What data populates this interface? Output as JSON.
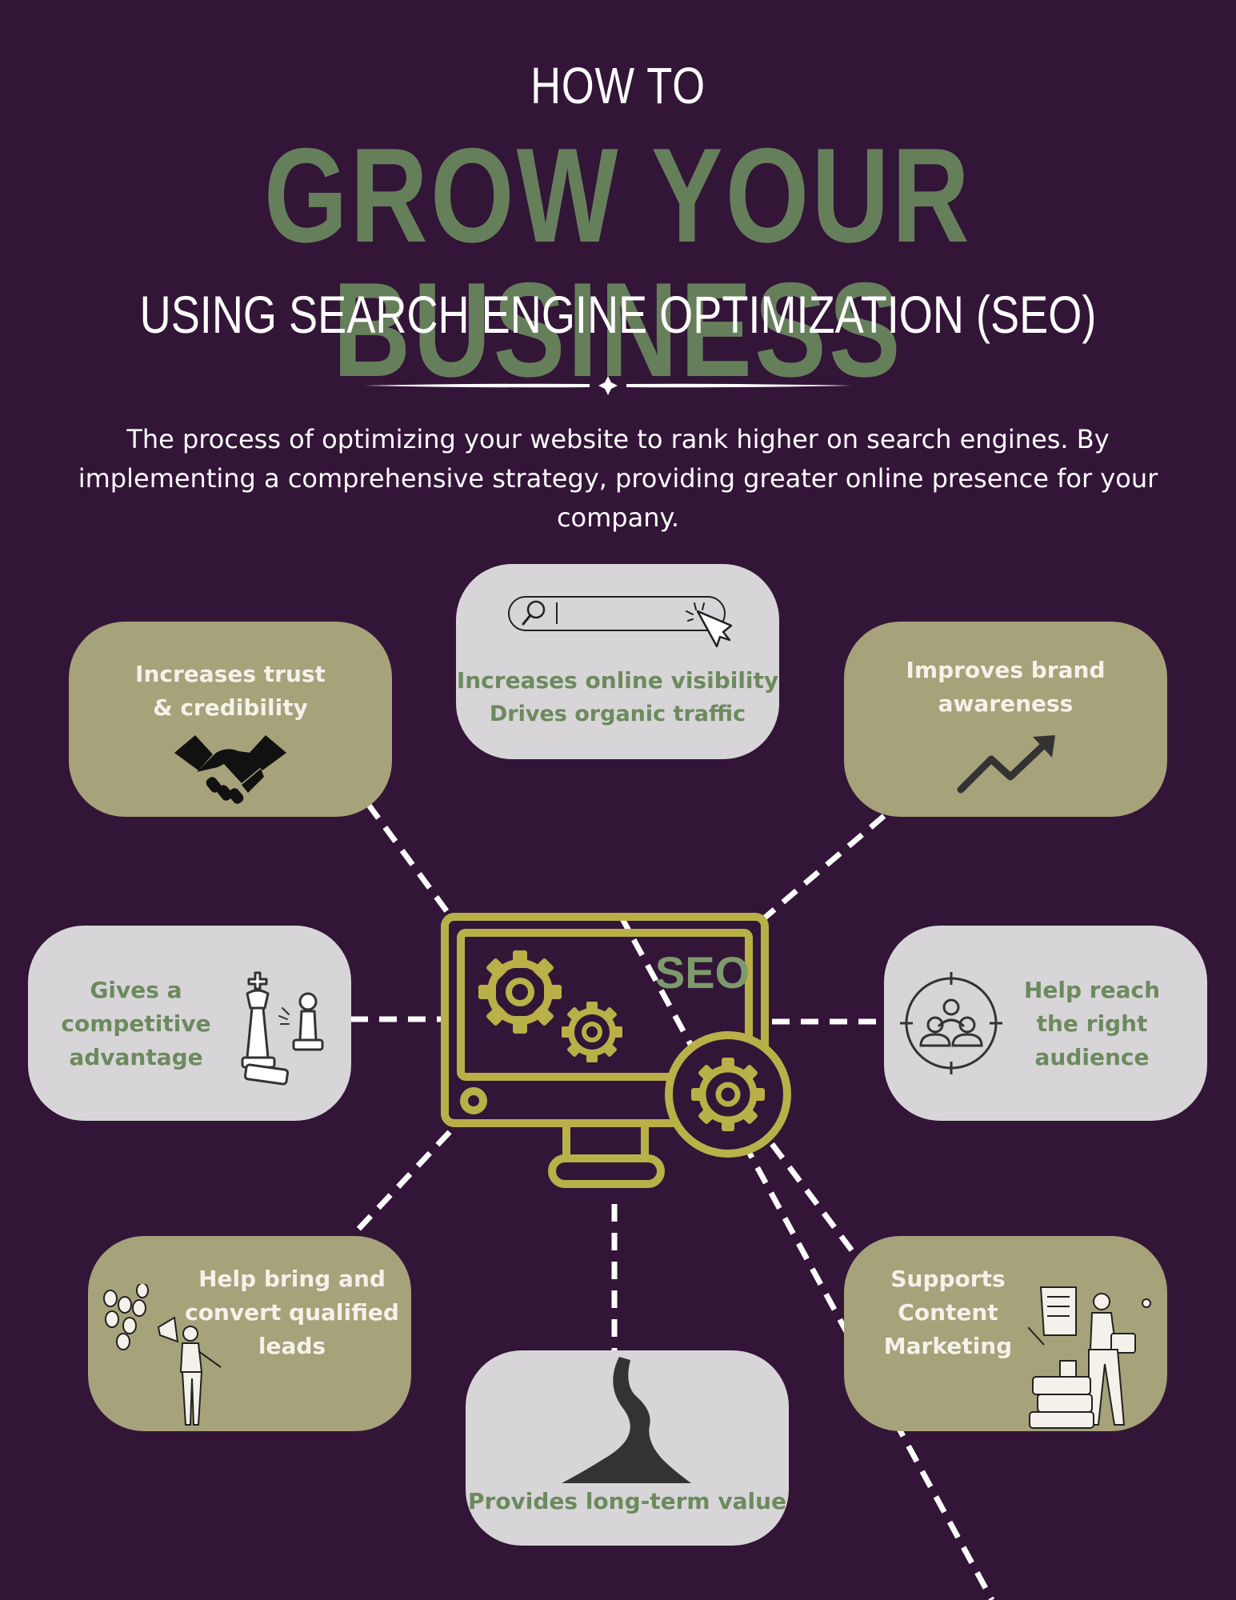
{
  "header": {
    "pre_title": "HOW TO",
    "title": "GROW YOUR BUSINESS",
    "subtitle": "USING SEARCH ENGINE OPTIMIZATION (SEO)"
  },
  "intro": {
    "text": "The process of optimizing your website to rank higher on search engines. By implementing a comprehensive strategy, providing greater online presence for your company."
  },
  "center": {
    "monitor_label": "SEO",
    "icon": "monitor-gears-icon"
  },
  "cards": {
    "trust": {
      "line1": "Increases trust",
      "line2": "& credibility",
      "icon": "handshake-icon"
    },
    "visibility": {
      "line1": "Increases online visibility",
      "line2": "Drives organic traffic",
      "icon": "search-bar-icon"
    },
    "brand": {
      "line1": "Improves brand",
      "line2": "awareness",
      "icon": "trend-up-icon"
    },
    "competitive": {
      "line1": "Gives a",
      "line2": "competitive",
      "line3": "advantage",
      "icon": "chess-icon"
    },
    "audience": {
      "line1": "Help reach",
      "line2": "the right",
      "line3": "audience",
      "icon": "audience-target-icon"
    },
    "leads": {
      "line1": "Help bring and",
      "line2": "convert qualified",
      "line3": "leads",
      "icon": "megaphone-person-icon"
    },
    "longterm": {
      "line1": "Provides long-term value",
      "icon": "road-icon"
    },
    "content": {
      "line1": "Supports",
      "line2": "Content",
      "line3": "Marketing",
      "icon": "content-writer-icon"
    }
  },
  "colors": {
    "background": "#331538",
    "title_green": "#667f5b",
    "olive_card": "#a6a27a",
    "grey_card": "#d7d5d8",
    "monitor": "#b9b048"
  }
}
